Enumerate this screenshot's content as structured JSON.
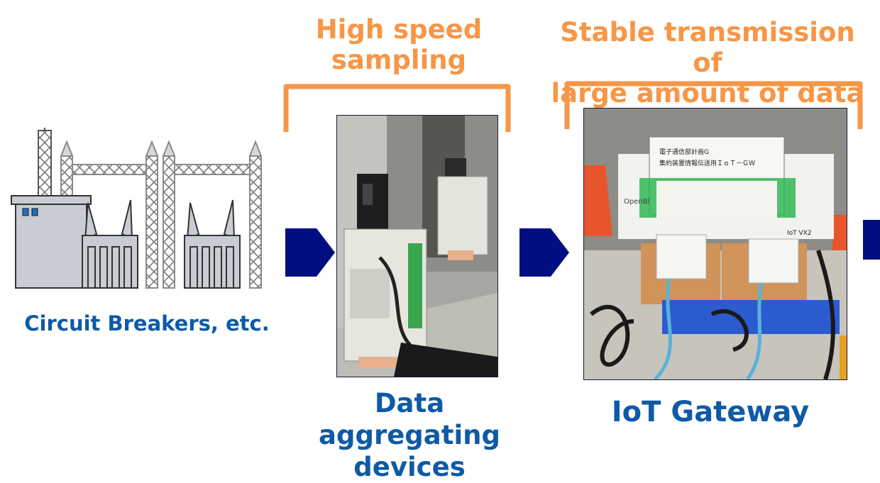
{
  "stage1": {
    "label": "Circuit Breakers, etc.",
    "icon": "substation-icon"
  },
  "stage2": {
    "bracket_label_line1": "High speed",
    "bracket_label_line2": "sampling",
    "label_line1": "Data aggregating",
    "label_line2": "devices"
  },
  "stage3": {
    "bracket_label_line1": "Stable transmission of",
    "bracket_label_line2": "large amount of data",
    "label": "IoT Gateway",
    "photo_sign": {
      "line1": "電子通信部計画G",
      "line2": "集約装置情報伝送用ＩｏＴ－ＧＷ",
      "brand": "OpenBl",
      "model": "IoT VX2"
    }
  },
  "colors": {
    "accent_orange": "#f79646",
    "label_blue": "#0e5aa7",
    "arrow_navy": "#000f7f"
  }
}
